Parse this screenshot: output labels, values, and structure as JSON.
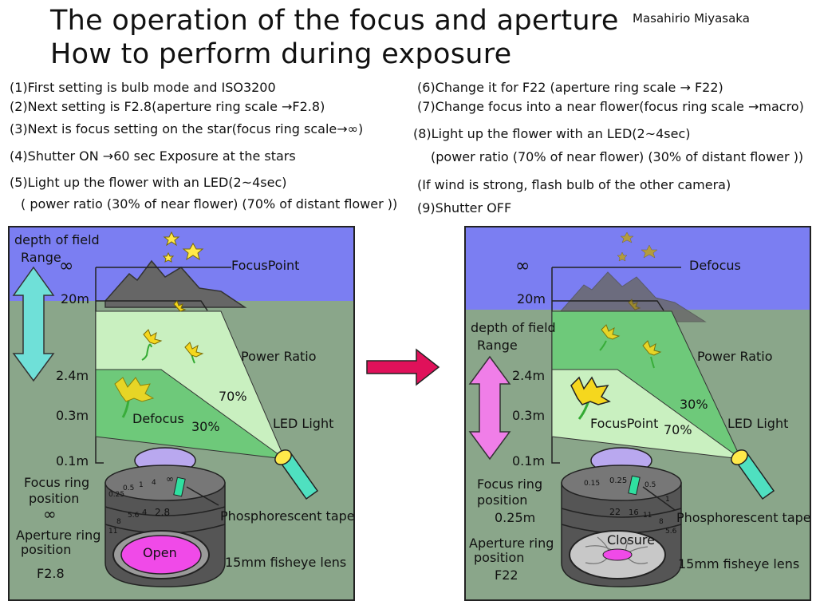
{
  "title": {
    "line1": "The operation of the focus and aperture",
    "line2": "How to perform during exposure"
  },
  "author": "Masahirio Miyasaka",
  "steps_left": [
    "(1)First setting is bulb mode and ISO3200",
    "(2)Next setting is F2.8(aperture ring scale →F2.8)",
    "(3)Next is focus setting on the star(focus ring scale→∞)",
    "(4)Shutter ON →60 sec Exposure at the stars",
    "(5)Light up the flower with an LED(2~4sec)",
    "( power ratio (30% of near flower) (70% of distant  flower ))"
  ],
  "steps_right": [
    "(6)Change it for F22 (aperture ring scale → F22)",
    "(7)Change focus into a near flower(focus ring scale →macro)",
    "(8)Light up the flower with an LED(2~4sec)",
    "(power ratio (70% of near flower) (30% of distant  flower ))",
    "(If wind is strong, flash bulb of the other camera)",
    "(9)Shutter OFF"
  ],
  "left_panel": {
    "dof_label": "depth of field",
    "range_label": "Range",
    "infinity": "∞",
    "focus_point": "FocusPoint",
    "d20": "20m",
    "d24": "2.4m",
    "d03": "0.3m",
    "d01": "0.1m",
    "power_ratio": "Power Ratio",
    "far_pct": "70%",
    "near_pct": "30%",
    "defocus": "Defocus",
    "led_light": "LED Light",
    "focus_ring_label": "Focus ring",
    "position_label": "position",
    "focus_value": "∞",
    "aperture_ring_label": "Aperture ring",
    "aperture_position": "position",
    "aperture_value": "F2.8",
    "tape": "Phosphorescent tape",
    "lens": "15mm fisheye lens",
    "iris": "Open",
    "ring_focus_scale": [
      "0.25",
      "0.5",
      "1",
      "4",
      "∞"
    ],
    "ring_aperture_scale": [
      "11",
      "8",
      "5.6",
      "4",
      "2.8"
    ]
  },
  "right_panel": {
    "defocus_top": "Defocus",
    "infinity": "∞",
    "d20": "20m",
    "dof_label": "depth of field",
    "range_label": "Range",
    "d24": "2.4m",
    "d03": "0.3m",
    "d01": "0.1m",
    "power_ratio": "Power Ratio",
    "far_pct": "30%",
    "near_pct": "70%",
    "focus_point": "FocusPoint",
    "led_light": "LED Light",
    "focus_ring_label": "Focus ring",
    "position_label": "position",
    "focus_value": "0.25m",
    "aperture_ring_label": "Aperture ring",
    "aperture_position": "position",
    "aperture_value": "F22",
    "tape": "Phosphorescent tape",
    "lens": "15mm fisheye lens",
    "iris": "Closure",
    "ring_focus_scale": [
      "0.15",
      "0.25",
      "0.5",
      "1"
    ],
    "ring_aperture_scale": [
      "22",
      "16",
      "11",
      "8",
      "5.6"
    ]
  },
  "colors": {
    "sky": "#7b7ef2",
    "ground": "#8aa68a",
    "far_zone": "#c9f0c0",
    "near_zone": "#6ec97a",
    "arrow_cyan": "#6fe0d8",
    "arrow_magenta": "#f07ee8",
    "transition_arrow": "#e0115a",
    "iris_open": "#f04ae8",
    "mountain": "#666666"
  }
}
